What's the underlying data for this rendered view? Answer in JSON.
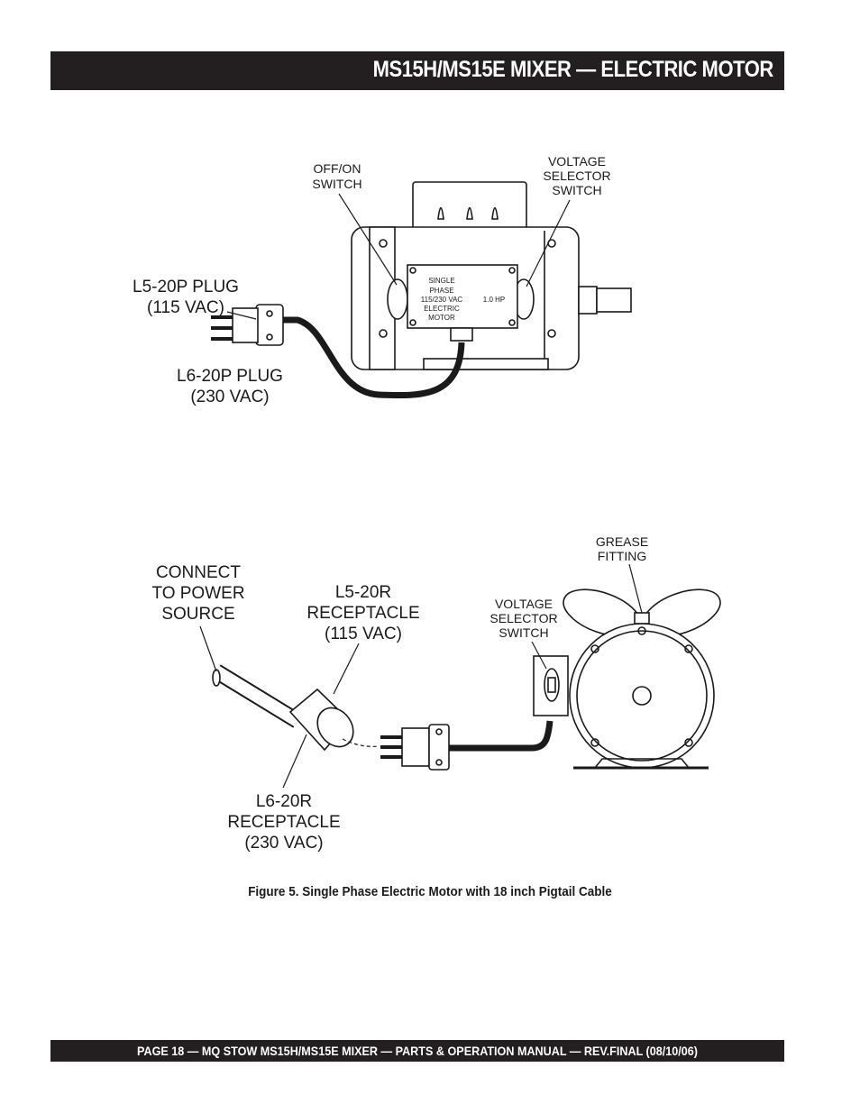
{
  "header": {
    "title": "MS15H/MS15E  MIXER — ELECTRIC MOTOR"
  },
  "figure_top": {
    "label_switch": [
      "OFF/ON",
      "SWITCH"
    ],
    "label_selector": [
      "VOLTAGE",
      "SELECTOR",
      "SWITCH"
    ],
    "label_l5_plug": [
      "L5-20P PLUG",
      "(115 VAC)"
    ],
    "label_l6_plug": [
      "L6-20P PLUG",
      "(230 VAC)"
    ],
    "nameplate": [
      "SINGLE",
      "PHASE",
      "115/230 VAC",
      "ELECTRIC",
      "MOTOR"
    ],
    "hp": "1.0 HP"
  },
  "figure_bottom": {
    "label_connect": [
      "CONNECT",
      "TO POWER",
      "SOURCE"
    ],
    "label_l5_receptacle": [
      "L5-20R",
      "RECEPTACLE",
      "(115 VAC)"
    ],
    "label_l6_receptacle": [
      "L6-20R",
      "RECEPTACLE",
      "(230 VAC)"
    ],
    "label_grease": [
      "GREASE",
      "FITTING"
    ],
    "label_selector": [
      "VOLTAGE",
      "SELECTOR",
      "SWITCH"
    ]
  },
  "caption": "Figure 5. Single Phase Electric Motor with 18 inch Pigtail Cable",
  "footer": {
    "text": "PAGE 18 — MQ STOW MS15H/MS15E  MIXER — PARTS & OPERATION MANUAL — REV.FINAL (08/10/06)"
  }
}
